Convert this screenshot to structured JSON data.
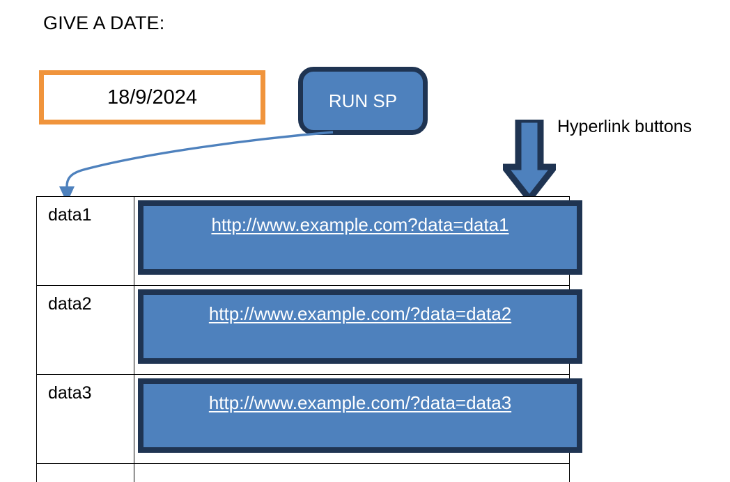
{
  "heading": {
    "title": "GIVE A DATE:"
  },
  "date_field": {
    "value": "18/9/2024",
    "border_color": "#F0943C"
  },
  "run_button": {
    "label": "RUN SP",
    "fill_color": "#4E81BD",
    "border_color": "#1F3452"
  },
  "annotations": {
    "hyperlink_label": "Hyperlink buttons",
    "down_arrow_icon": "down-arrow-icon",
    "curved_arrow_icon": "curved-arrow-icon",
    "arrow_fill": "#4E81BD",
    "arrow_outline": "#1F3452",
    "curved_arrow_color": "#4E81BD"
  },
  "table": {
    "rows": [
      {
        "label": "data1",
        "url": "http://www.example.com?data=data1"
      },
      {
        "label": "data2",
        "url": "http://www.example.com/?data=data2"
      },
      {
        "label": "data3",
        "url": "http://www.example.com/?data=data3"
      }
    ],
    "link_fill_color": "#4E81BD",
    "link_border_color": "#1F3452",
    "link_text_color": "#ffffff"
  }
}
